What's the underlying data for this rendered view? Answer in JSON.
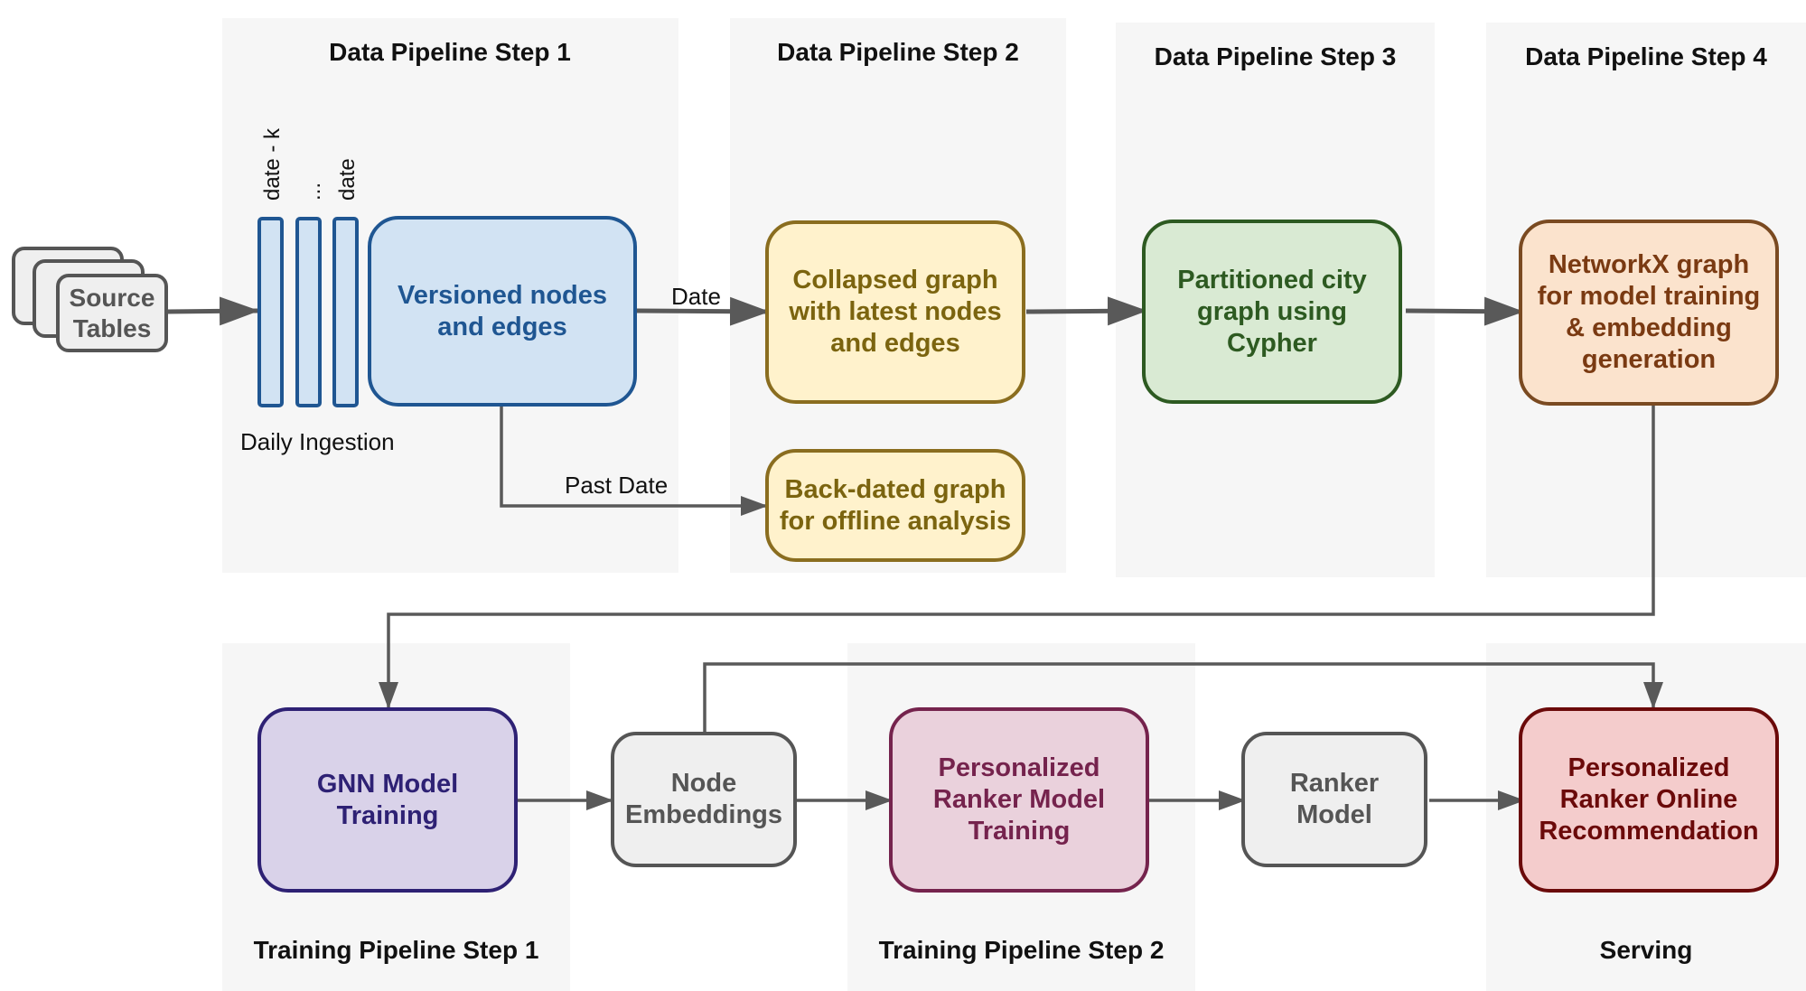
{
  "panels": {
    "data_step1": "Data Pipeline Step 1",
    "data_step2": "Data Pipeline Step 2",
    "data_step3": "Data Pipeline Step 3",
    "data_step4": "Data Pipeline Step 4",
    "train_step1": "Training Pipeline Step 1",
    "train_step2": "Training Pipeline Step 2",
    "serving": "Serving"
  },
  "nodes": {
    "source_tables": "Source\nTables",
    "versioned": "Versioned nodes\nand edges",
    "collapsed": "Collapsed graph\nwith latest nodes\nand edges",
    "backdated": "Back-dated graph\nfor offline analysis",
    "partitioned": "Partitioned city\ngraph using\nCypher",
    "networkx": "NetworkX graph\nfor model training\n& embedding\ngeneration",
    "gnn": "GNN Model\nTraining",
    "node_embeddings": "Node\nEmbeddings",
    "ranker_training": "Personalized\nRanker Model\nTraining",
    "ranker_model": "Ranker\nModel",
    "online_rec": "Personalized\nRanker Online\nRecommendation"
  },
  "labels": {
    "date_k": "date - k",
    "ellipsis": "...",
    "date": "date",
    "daily_ingestion": "Daily Ingestion",
    "date_arrow": "Date",
    "past_date": "Past Date"
  },
  "colors": {
    "arrow": "#595959",
    "panel": "#f6f6f6"
  }
}
